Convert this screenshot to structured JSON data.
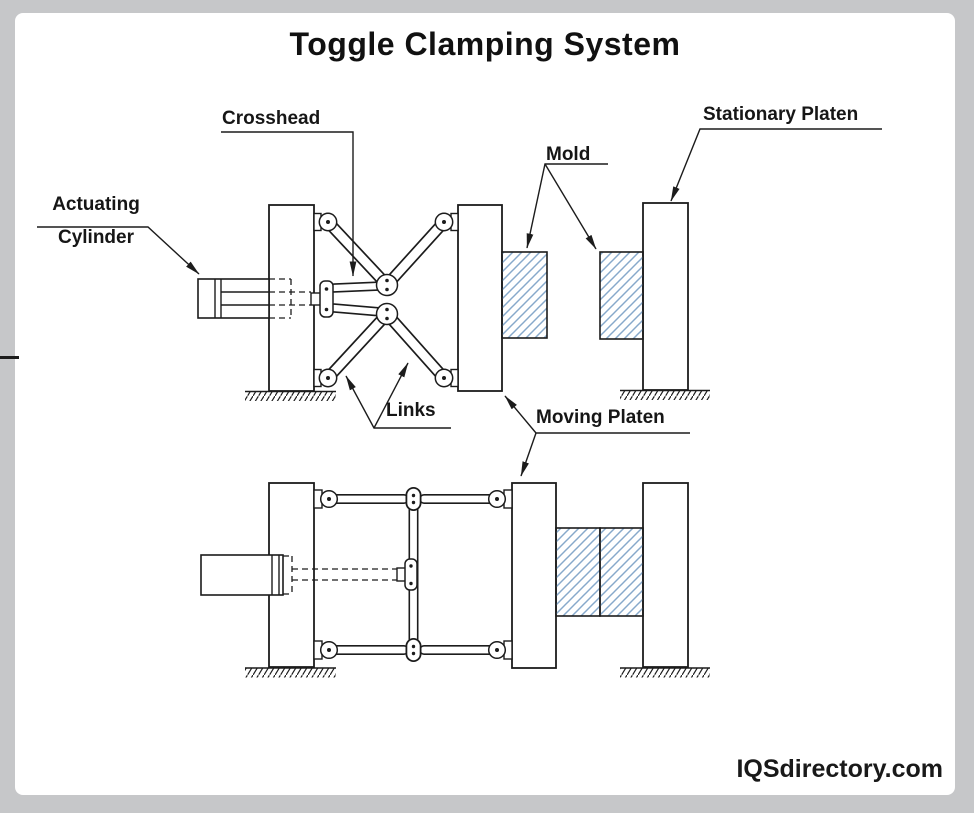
{
  "title": "Toggle Clamping System",
  "watermark": "IQSdirectory.com",
  "labels": {
    "crosshead": "Crosshead",
    "stationary_platen": "Stationary Platen",
    "mold": "Mold",
    "actuating_line1": "Actuating",
    "actuating_line2": "Cylinder",
    "links": "Links",
    "moving_platen": "Moving Platen"
  },
  "colors": {
    "line": "#1c1c1c",
    "mold_hatch": "#87a9cb",
    "frame_border": "#c6c7c9",
    "background": "#ffffff"
  }
}
